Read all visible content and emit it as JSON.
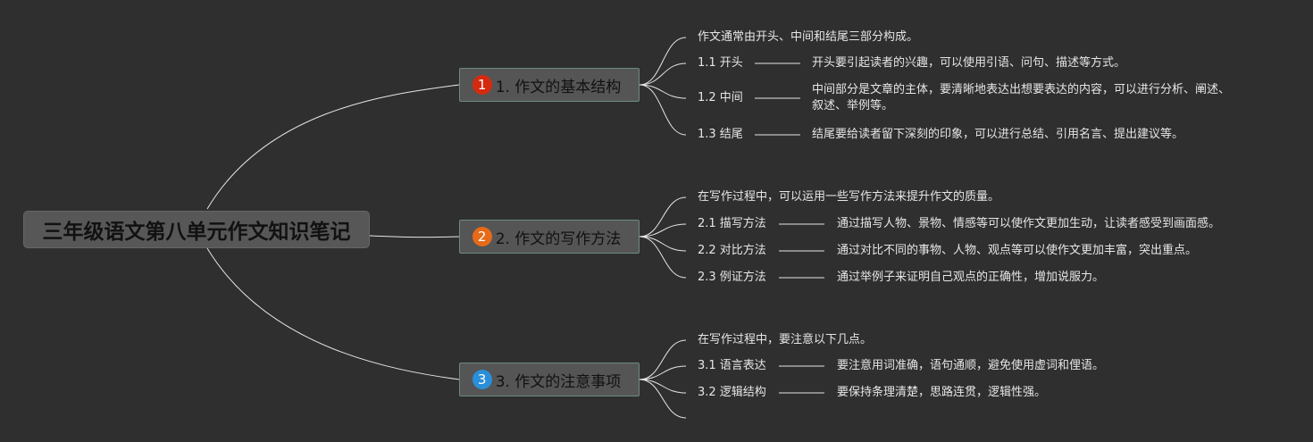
{
  "root": {
    "title": "三年级语文第八单元作文知识笔记"
  },
  "colors": {
    "badge1": "#d42b0f",
    "badge2": "#e66a1a",
    "badge3": "#2a8fd8",
    "line": "#e6e6e6",
    "background": "#2f2f2f"
  },
  "branches": [
    {
      "number": "1",
      "title": "1. 作文的基本结构",
      "intro": "作文通常由开头、中间和结尾三部分构成。",
      "items": [
        {
          "label": "1.1 开头",
          "text": "开头要引起读者的兴趣，可以使用引语、问句、描述等方式。"
        },
        {
          "label": "1.2 中间",
          "text": "中间部分是文章的主体，要清晰地表达出想要表达的内容，可以进行分析、阐述、叙述、举例等。"
        },
        {
          "label": "1.3 结尾",
          "text": "结尾要给读者留下深刻的印象，可以进行总结、引用名言、提出建议等。"
        }
      ]
    },
    {
      "number": "2",
      "title": "2. 作文的写作方法",
      "intro": "在写作过程中，可以运用一些写作方法来提升作文的质量。",
      "items": [
        {
          "label": "2.1 描写方法",
          "text": "通过描写人物、景物、情感等可以使作文更加生动，让读者感受到画面感。"
        },
        {
          "label": "2.2 对比方法",
          "text": "通过对比不同的事物、人物、观点等可以使作文更加丰富，突出重点。"
        },
        {
          "label": "2.3 例证方法",
          "text": "通过举例子来证明自己观点的正确性，增加说服力。"
        }
      ]
    },
    {
      "number": "3",
      "title": "3. 作文的注意事项",
      "intro": "在写作过程中，要注意以下几点。",
      "items": [
        {
          "label": "3.1 语言表达",
          "text": "要注意用词准确，语句通顺，避免使用虚词和俚语。"
        },
        {
          "label": "3.2 逻辑结构",
          "text": "要保持条理清楚，思路连贯，逻辑性强。"
        }
      ]
    }
  ]
}
